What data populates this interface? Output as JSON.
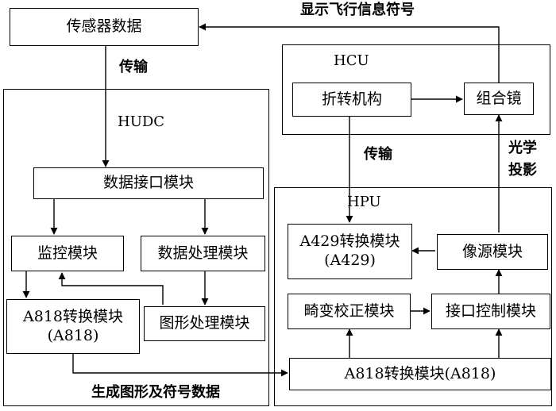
{
  "boxes": {
    "sensor_data": "传感器数据",
    "data_interface": "数据接口模块",
    "monitor": "监控模块",
    "data_processing": "数据处理模块",
    "a818_left_line1": "A818转换模块",
    "a818_left_line2": "(A818)",
    "graphics_processing": "图形处理模块",
    "fold_mechanism": "折转机构",
    "combiner": "组合镜",
    "a429_line1": "A429转换模块",
    "a429_line2": "(A429)",
    "image_source": "像源模块",
    "distortion_correction": "畸变校正模块",
    "interface_control": "接口控制模块",
    "a818_bottom": "A818转换模块(A818)"
  },
  "regions": {
    "hudc": "HUDC",
    "hcu": "HCU",
    "hpu": "HPU"
  },
  "labels": {
    "display_flight_info": "显示飞行信息符号",
    "transmit_top": "传输",
    "transmit_mid": "传输",
    "optical_line1": "光学",
    "optical_line2": "投影",
    "generate_graphics": "生成图形及符号数据"
  }
}
